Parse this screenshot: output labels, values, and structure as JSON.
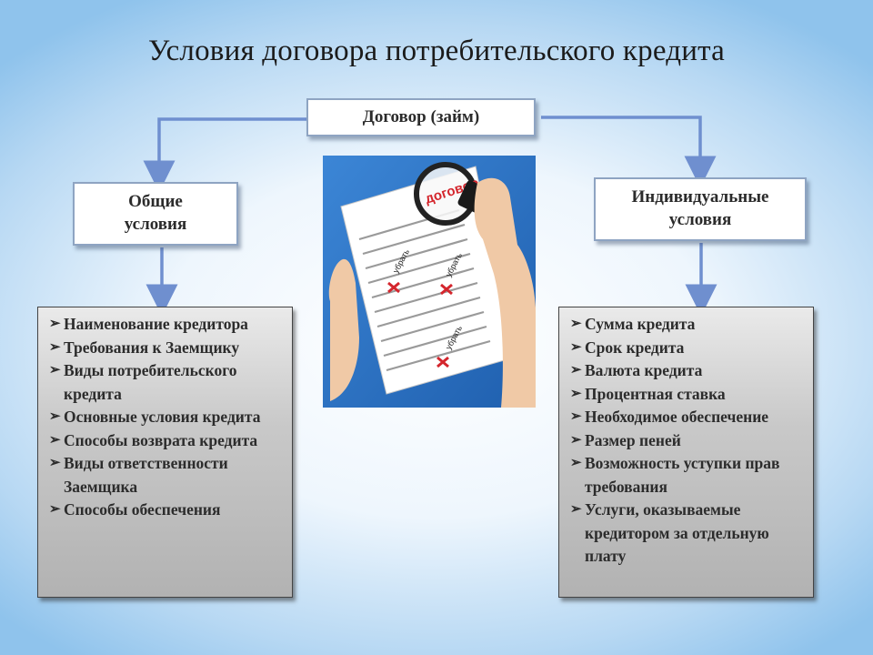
{
  "title": "Условия договора потребительского кредита",
  "root_box": {
    "label": "Договор (займ)"
  },
  "left_box": {
    "line1": "Общие",
    "line2": "условия"
  },
  "right_box": {
    "line1": "Индивидуальные",
    "line2": "условия"
  },
  "image": {
    "doc_word": "договор",
    "mark_word": "убрать"
  },
  "left_list": [
    "Наименование кредитора",
    "Требования к Заемщику",
    "Виды потребительского кредита",
    "Основные условия кредита",
    "Способы возврата кредита",
    " Виды ответственности Заемщика",
    "Способы обеспечения"
  ],
  "right_list": [
    "Сумма кредита",
    "Срок кредита",
    "Валюта кредита",
    "Процентная ставка",
    "Необходимое обеспечение",
    "Размер пеней",
    "Возможность уступки прав требования",
    "Услуги, оказываемые кредитором за отдельную плату"
  ],
  "colors": {
    "connector": "#6f8fcf",
    "box_border": "#8ea4c2",
    "panel_border": "#444444"
  },
  "icons": {
    "bullet": "arrow-check-icon"
  }
}
